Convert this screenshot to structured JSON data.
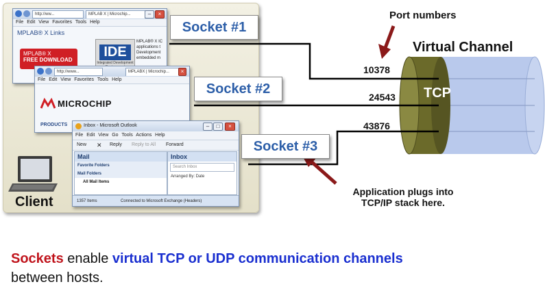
{
  "diagram": {
    "client_label": "Client",
    "sockets": [
      {
        "label": "Socket #1",
        "port": "10378"
      },
      {
        "label": "Socket #2",
        "port": "24543"
      },
      {
        "label": "Socket #3",
        "port": "43876"
      }
    ],
    "port_numbers_label": "Port numbers",
    "virtual_channel_label": "Virtual Channel",
    "tcp_label": "TCP",
    "app_note_line1": "Application plugs into",
    "app_note_line2": "TCP/IP stack here.",
    "colors": {
      "socket_text": "#2c5ea8",
      "arrow": "#8b1a1a",
      "tcp_cylinder": "#6b6a2a",
      "channel_cylinder": "#b9c9ec",
      "highlight_red": "#c0141c",
      "highlight_blue": "#1a2fd0"
    }
  },
  "windows": {
    "browser1": {
      "address": "http://ww...",
      "tab": "MPLAB X | Microchip...",
      "menu": "File Edit View Favorites Tools Help",
      "heading": "MPLAB® X Links",
      "badge_line1": "MPLAB® X",
      "badge_line2": "FREE DOWNLOAD",
      "ide_logo": "IDE",
      "ide_logo_sub": "Integrated Development Environment",
      "body_line1": "MPLAB® X IC",
      "body_line2": "applications t",
      "body_line3": "Development",
      "body_line4": "embedded m"
    },
    "browser2": {
      "address": "http://www...",
      "tab": "MPLABX | Microchip...",
      "menu": "File Edit View Favorites Tools Help",
      "logo_text": "MICROCHIP",
      "section": "PRODUCTS"
    },
    "outlook": {
      "title": "Inbox - Microsoft Outlook",
      "menu": "File Edit View Go Tools Actions Help",
      "tb_new": "New",
      "tb_reply": "Reply",
      "tb_reply_all": "Reply to All",
      "tb_forward": "Forward",
      "nav_mail": "Mail",
      "nav_fav": "Favorite Folders",
      "nav_folders": "Mail Folders",
      "nav_all": "All Mail Items",
      "inbox": "Inbox",
      "search_placeholder": "Search Inbox",
      "arranged": "Arranged By: Date",
      "status_items": "1357 Items",
      "status_conn": "Connected to Microsoft Exchange (Headers)"
    }
  },
  "caption": {
    "word1": "Sockets",
    "text1": " enable ",
    "highlight": "virtual TCP or UDP communication channels",
    "line2": "between hosts."
  }
}
